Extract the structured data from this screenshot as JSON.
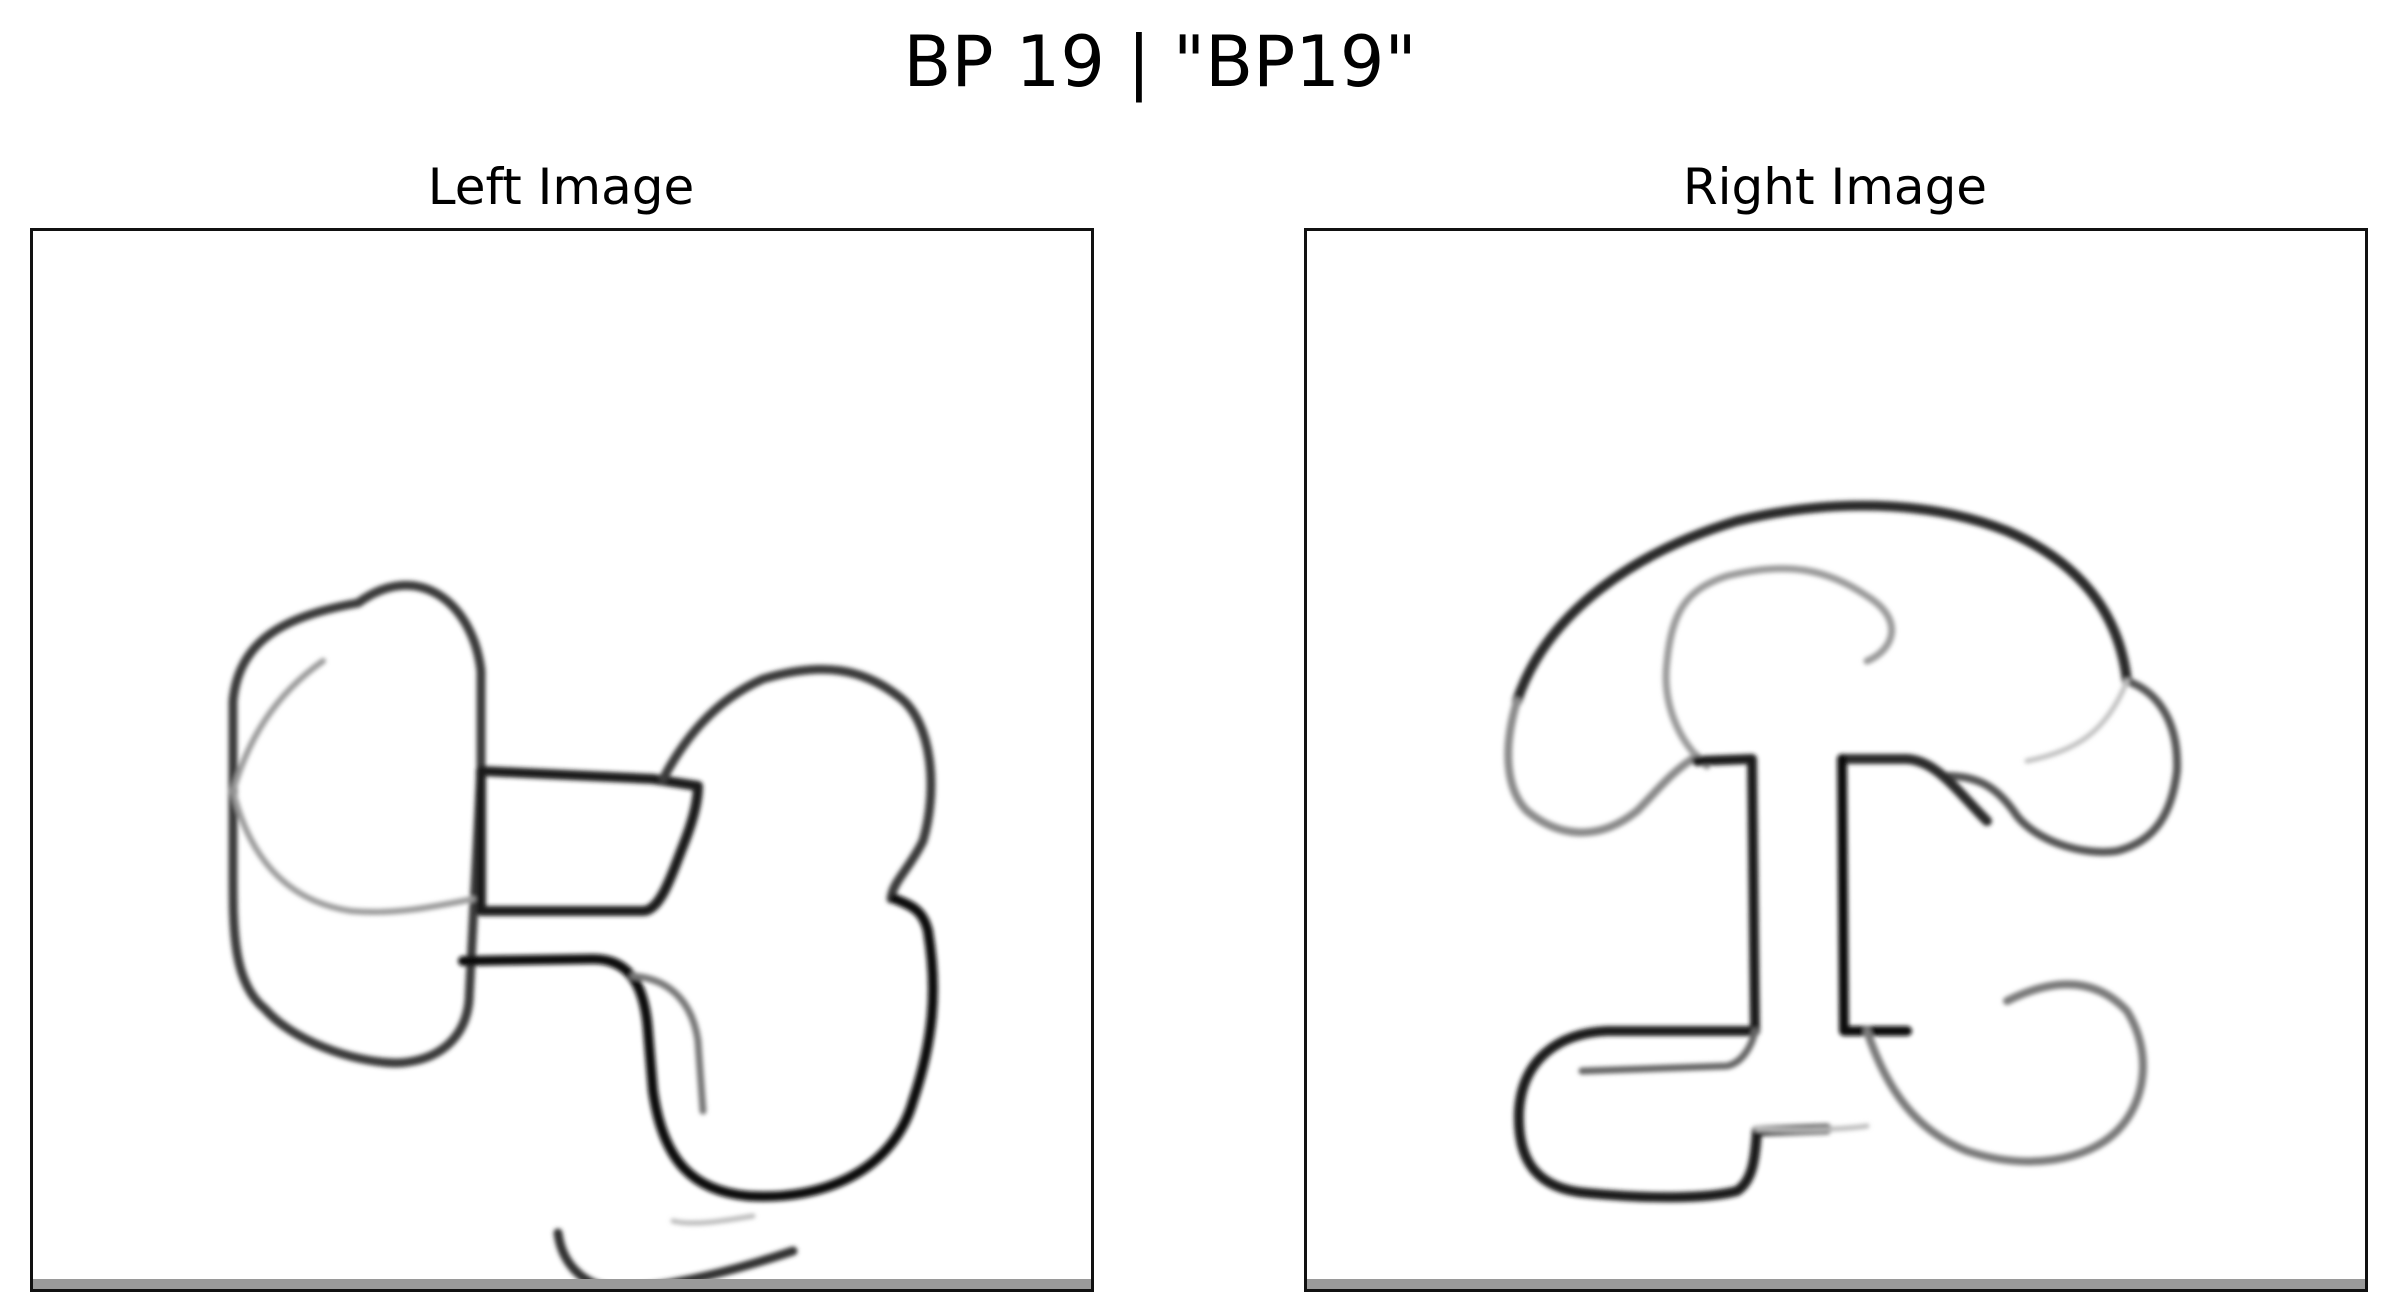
{
  "figure": {
    "title": "BP 19 | \"BP19\""
  },
  "panels": [
    {
      "title": "Left Image"
    },
    {
      "title": "Right Image"
    }
  ],
  "colors": {
    "background": "#ffffff",
    "stroke_dark": "#1a1a1a",
    "stroke_mid": "#555555",
    "stroke_light": "#9a9a9a",
    "frame": "#111111"
  }
}
